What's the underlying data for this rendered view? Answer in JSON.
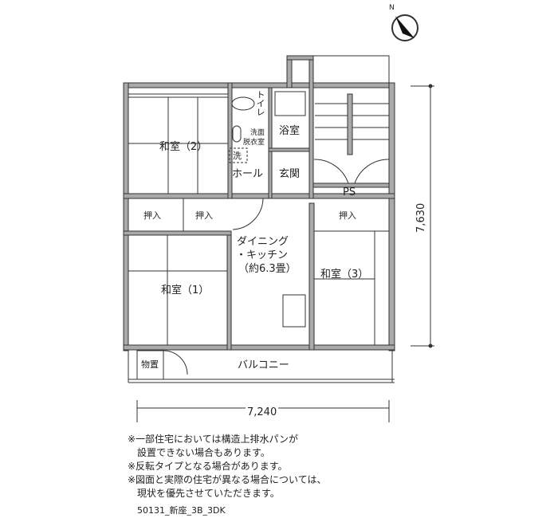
{
  "rooms": {
    "washitsu2": "和室（2）",
    "washitsu1": "和室（1）",
    "washitsu3": "和室（3）",
    "toilet": "トイレ",
    "senmen1": "洗面",
    "senmen2": "脱衣室",
    "washer": "洗",
    "hall": "ホール",
    "bath": "浴室",
    "genkan": "玄関",
    "ps": "PS",
    "oshiire_a": "押入",
    "oshiire_b": "押入",
    "oshiire_c": "押入",
    "dk1": "ダイニング",
    "dk2": "・キッチン",
    "dk3": "（約6.3畳）",
    "storage": "物置",
    "balcony": "バルコニー"
  },
  "dimensions": {
    "width": "7,240",
    "height": "7,630"
  },
  "compass": "N",
  "notes": [
    "※一部住宅においては構造上排水パンが",
    "　設置できない場合もあります。",
    "※反転タイプとなる場合があります。",
    "※図面と実際の住宅が異なる場合については、",
    "　現状を優先させていただきます。"
  ],
  "plan_code": "50131_新座_3B_3DK"
}
